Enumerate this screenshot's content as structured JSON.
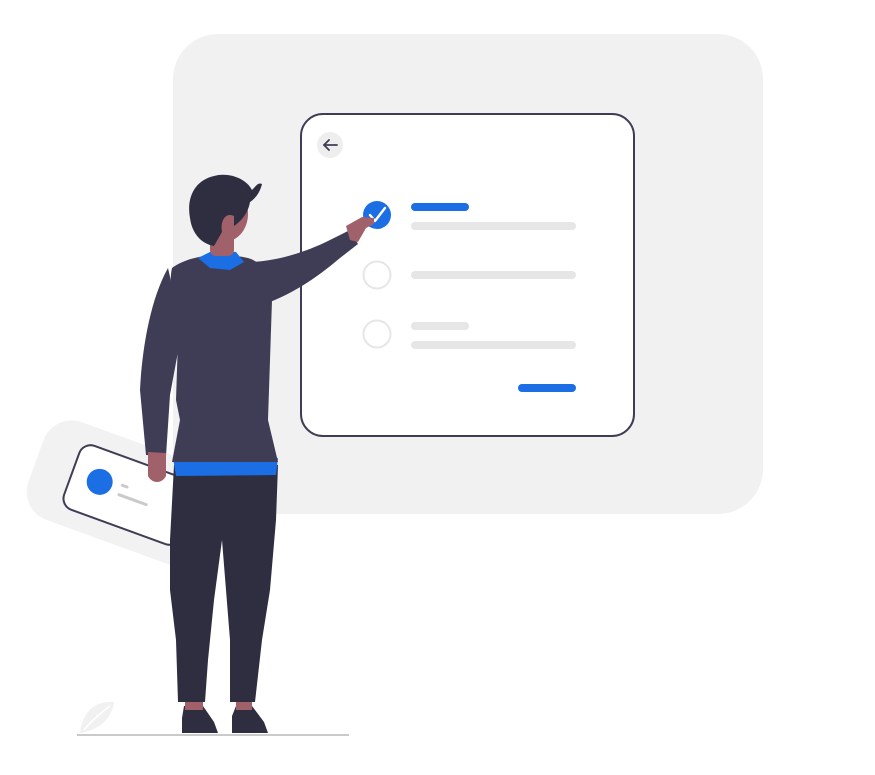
{
  "illustration": {
    "subject": "person-selecting-checklist-option",
    "colors": {
      "background_panel": "#f1f1f1",
      "card_fill": "#ffffff",
      "card_border": "#3f3d56",
      "accent": "#1b6ee3",
      "placeholder_line": "#e6e6e6",
      "radio_border": "#e6e6e6",
      "back_button_bg": "#eeeeee",
      "back_arrow": "#3f3d56",
      "shirt": "#3f3d56",
      "pants": "#2f2e41",
      "hair": "#2f2e41",
      "skin": "#a0616a",
      "shoes": "#2f2e41",
      "ground": "#cacaca",
      "plant": "#f1f1f1",
      "floating_card_bg": "#f2f2f2"
    },
    "form_card": {
      "back_icon": "arrow-left-icon",
      "options": [
        {
          "id": "option-1",
          "selected": true,
          "has_title": true
        },
        {
          "id": "option-2",
          "selected": false,
          "has_title": false
        },
        {
          "id": "option-3",
          "selected": false,
          "has_title": true
        }
      ],
      "submit_icon": "submit-button"
    },
    "floating_card": {
      "avatar_icon": "avatar-circle-icon"
    }
  }
}
